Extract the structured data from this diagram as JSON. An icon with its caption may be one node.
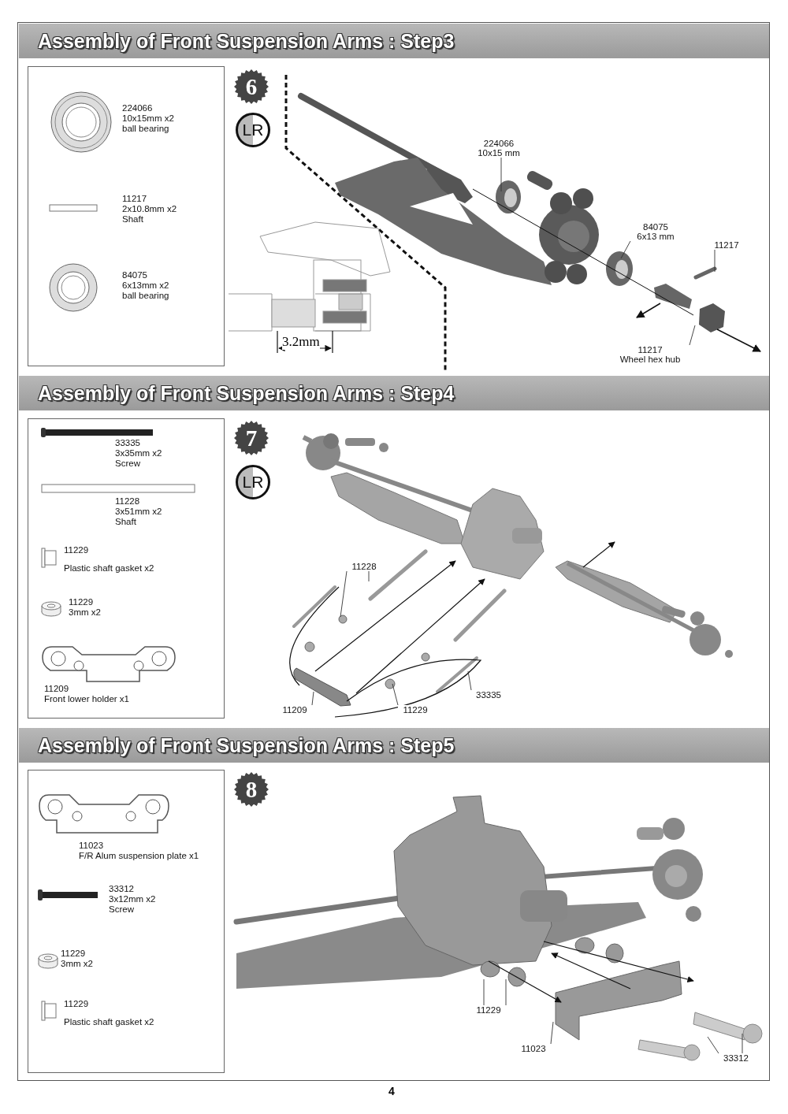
{
  "diagram": {
    "nodes": [
      {
        "text": [
          "Assembly of Front Suspension Arms : Step3"
        ]
      },
      {
        "text": [
          "224066 10x15mm x2 ball bearing",
          "11217 2x10.8mm x2 Shaft",
          "84075 6x13mm x2 ball bearing"
        ]
      },
      {
        "text": [
          "6"
        ]
      },
      {
        "text": [
          "LR"
        ]
      },
      {
        "text": [
          "224066 10x15 mm"
        ]
      },
      {
        "text": [
          "84075 6x13 mm"
        ]
      },
      {
        "text": [
          "11217"
        ]
      },
      {
        "text": [
          "11217 Wheel hex hub"
        ]
      },
      {
        "text": [
          "Assembly of Front Suspension Arms : Step4"
        ]
      },
      {
        "text": [
          "33335 3x35mm x2 Screw",
          "11228 3x51mm x2 Shaft",
          "11229 Plastic shaft gasket x2",
          "11229 3mm x2",
          "11209 Front lower holder x1"
        ]
      },
      {
        "text": [
          "7"
        ]
      },
      {
        "text": [
          "LR"
        ]
      },
      {
        "text": [
          "11228"
        ]
      },
      {
        "text": [
          "11209"
        ]
      },
      {
        "text": [
          "11229"
        ]
      },
      {
        "text": [
          "33335"
        ]
      },
      {
        "text": [
          "Assembly of Front Suspension Arms : Step5"
        ]
      },
      {
        "text": [
          "11023 F/R Alum suspension plate x1",
          "33312 3x12mm x2 Screw",
          "11229 3mm x2",
          "11229 Plastic shaft gasket x2"
        ]
      },
      {
        "text": [
          "8"
        ]
      },
      {
        "text": [
          "11229"
        ]
      },
      {
        "text": [
          "11023"
        ]
      },
      {
        "text": [
          "33312"
        ]
      }
    ],
    "edges": [
      {
        "from": 4,
        "to": null,
        "arrow": "none"
      },
      {
        "from": 5,
        "to": null,
        "arrow": "none"
      },
      {
        "from": 6,
        "to": null,
        "arrow": "none"
      },
      {
        "from": 7,
        "to": null,
        "arrow": "none"
      },
      {
        "from": 12,
        "to": null,
        "arrow": "none"
      },
      {
        "from": 12,
        "to": null,
        "arrow": "none"
      },
      {
        "from": 13,
        "to": null,
        "arrow": "none"
      },
      {
        "from": 14,
        "to": null,
        "arrow": "none"
      },
      {
        "from": 15,
        "to": null,
        "arrow": "none"
      },
      {
        "from": 19,
        "to": null,
        "arrow": "none"
      },
      {
        "from": 19,
        "to": null,
        "arrow": "none"
      },
      {
        "from": 20,
        "to": null,
        "arrow": "none"
      },
      {
        "from": 21,
        "to": null,
        "arrow": "none"
      },
      {
        "from": 21,
        "to": null,
        "arrow": "none"
      }
    ],
    "labels": [
      "3.2mm",
      "4"
    ]
  }
}
